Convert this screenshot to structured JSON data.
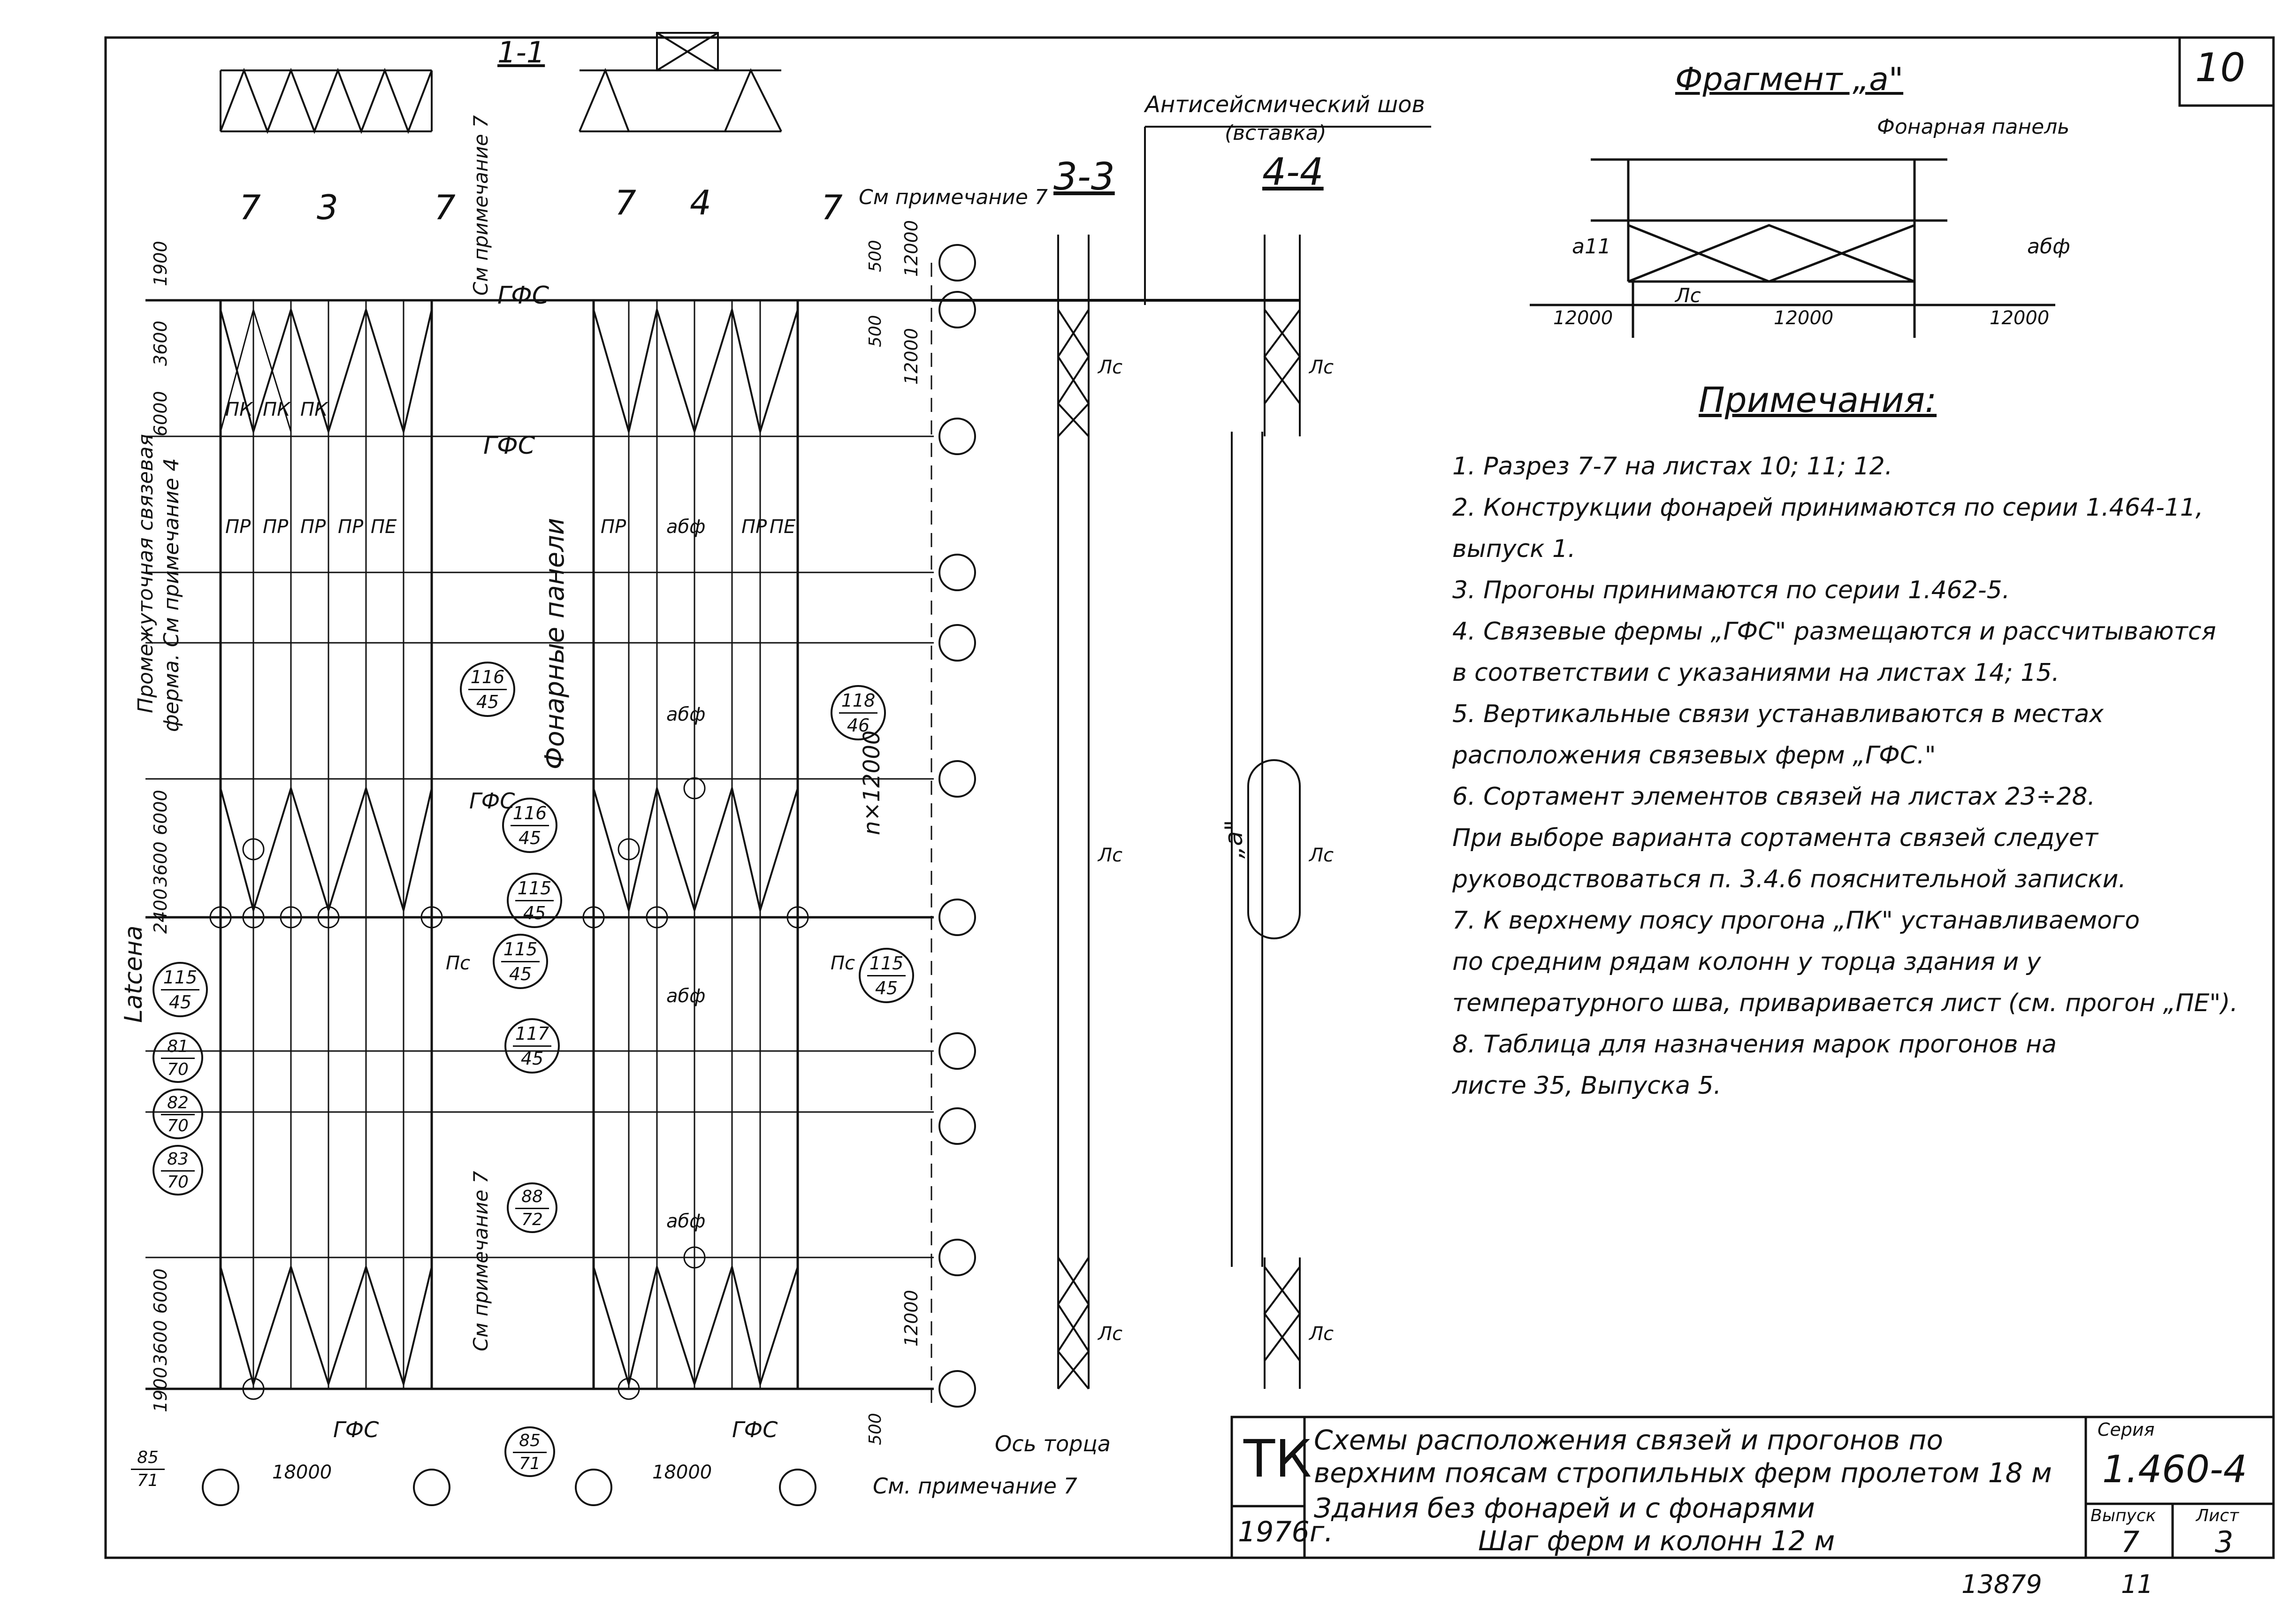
{
  "sheet_number": "10",
  "sections": {
    "s1": "1-1",
    "s3": "3-3",
    "s4": "4-4",
    "mark7": "7",
    "mark3": "3",
    "mark4": "4"
  },
  "labels": {
    "seismic_joint": "Антисейсмический шов",
    "insert": "(вставка)",
    "see_note7": "См примечание 7",
    "see_note7_rot": "См примечание 7",
    "see_note4": "ферма. См примечание 4",
    "intermediate_truss": "Промежуточная связевая",
    "lantern_panels": "Фонарные панели",
    "latsena": "Latсена",
    "gfs": "ГФС",
    "fragment_a_mark": "„a\"",
    "end_axis": "Ось торца",
    "see_note7_bottom": "См. примечание 7",
    "span_18000": "18000",
    "n12000": "n×12000",
    "dim_12000": "12000",
    "dim_500": "500",
    "dim_1900": "1900",
    "dim_3600": "3600",
    "dim_6000": "6000",
    "dim_2400": "2400",
    "pr": "ПР",
    "pk": "ПК",
    "pe": "ПЕ",
    "lc": "Лс",
    "abf": "абф",
    "pc": "Пс"
  },
  "callouts": [
    {
      "top": "116",
      "bottom": "45"
    },
    {
      "top": "118",
      "bottom": "46"
    },
    {
      "top": "116",
      "bottom": "45"
    },
    {
      "top": "115",
      "bottom": "45"
    },
    {
      "top": "115",
      "bottom": "45"
    },
    {
      "top": "115",
      "bottom": "45"
    },
    {
      "top": "115",
      "bottom": "45"
    },
    {
      "top": "117",
      "bottom": "45"
    },
    {
      "top": "81",
      "bottom": "70"
    },
    {
      "top": "82",
      "bottom": "70"
    },
    {
      "top": "83",
      "bottom": "70"
    },
    {
      "top": "88",
      "bottom": "72"
    },
    {
      "top": "85",
      "bottom": "71"
    },
    {
      "top": "85",
      "bottom": "71"
    }
  ],
  "fragment": {
    "title": "Фрагмент „a\"",
    "lantern_panel": "Фонарная панель",
    "a11": "а11",
    "abf": "абф",
    "lc": "Лс",
    "dims": [
      "12000",
      "12000",
      "12000"
    ]
  },
  "notes": {
    "title": "Примечания:",
    "items": [
      "1.  Разрез 7-7 на листах 10; 11; 12.",
      "2.  Конструкции фонарей принимаются по серии 1.464-11,",
      "     выпуск 1.",
      "3.  Прогоны принимаются по серии 1.462-5.",
      "4.  Связевые фермы „ГФС\" размещаются и рассчитываются",
      "     в соответствии с указаниями на листах 14; 15.",
      "5.  Вертикальные связи устанавливаются в местах",
      "     расположения связевых ферм „ГФС.\"",
      "6.  Сортамент элементов связей на листах 23÷28.",
      "     При выборе варианта сортамента связей следует",
      "     руководствоваться п. 3.4.6 пояснительной записки.",
      "7.  К верхнему поясу прогона „ПК\" устанавливаемого",
      "     по средним рядам колонн у торца здания и у",
      "     температурного шва, приваривается лист (см. прогон „ПЕ\").",
      "8.  Таблица для назначения марок прогонов на",
      "     листе 35, Выпуска 5."
    ]
  },
  "title_block": {
    "org": "ТК",
    "year": "1976г.",
    "title_line1": "Схемы расположения связей и прогонов по",
    "title_line2": "верхним поясам стропильных ферм пролетом 18 м",
    "title_line3": "Здания   без фонарей  и  с фонарями",
    "title_line4": "Шаг ферм  и колонн  12 м",
    "series_label": "Серия",
    "series_value": "1.460-4",
    "issue_label": "Выпуск",
    "issue_value": "7",
    "sheet_label": "Лист",
    "sheet_value": "3"
  },
  "footer": {
    "inventory": "13879",
    "mark": "11"
  }
}
